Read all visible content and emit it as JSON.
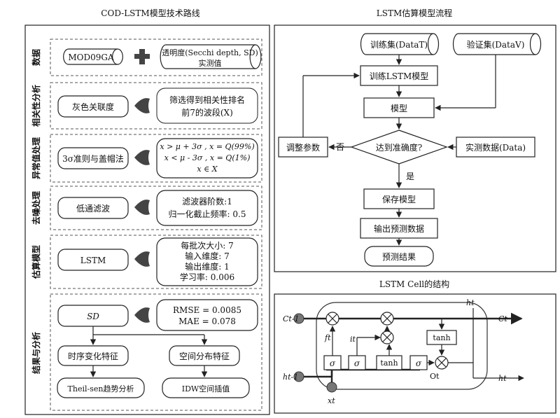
{
  "left": {
    "title": "COD-LSTM模型技术路线",
    "sections": {
      "data": "数据",
      "corr": "相关性分析",
      "outlier": "异常值处理",
      "denoise": "去噪处理",
      "estimate": "估算模型",
      "result": "结果与分析"
    },
    "mod09": "MOD09GA",
    "secchi_line1": "透明度(Secchi depth, SD)",
    "secchi_line2": "实测值",
    "grey": "灰色关联度",
    "corr_l1": "筛选得到相关性排名",
    "corr_l2": "前7的波段(X)",
    "sigma": "3σ准则与盖帽法",
    "out_l1": "x > μ + 3σ , x = Q(99%)",
    "out_l2": "x < μ - 3σ , x = Q(1%)",
    "out_l3": "x ∈ X",
    "lowpass": "低通滤波",
    "filter_l1": "滤波器阶数:1",
    "filter_l2": "归一化截止频率: 0.5",
    "lstm": "LSTM",
    "param_l1": "每批次大小: 7",
    "param_l2": "输入维度: 7",
    "param_l3": "输出维度: 1",
    "param_l4": "学习率: 0.006",
    "sd": "SD",
    "metric_l1": "RMSE = 0.0085",
    "metric_l2": "MAE = 0.078",
    "temporal": "时序变化特征",
    "spatial": "空间分布特征",
    "theil": "Theil-sen趋势分析",
    "idw": "IDW空间插值"
  },
  "flow": {
    "title": "LSTM估算模型流程",
    "train_set": "训练集(DataT)",
    "val_set": "验证集(DataV)",
    "train_model": "训练LSTM模型",
    "model": "模型",
    "adjust": "调整参数",
    "no": "否",
    "accuracy": "达到准确度?",
    "measured": "实测数据(Data)",
    "yes": "是",
    "save": "保存模型",
    "output": "输出预测数据",
    "result": "预测结果"
  },
  "cell": {
    "title": "LSTM Cell的结构",
    "c_prev": "Ct-1",
    "c_t": "Ct",
    "h_t_top": "ht",
    "h_prev": "ht-1",
    "h_t_out": "ht",
    "x_t": "xt",
    "f_t": "ft",
    "i_t": "it",
    "o_t": "Ot",
    "sigma": "σ",
    "tanh": "tanh",
    "tanh2": "tanh"
  }
}
